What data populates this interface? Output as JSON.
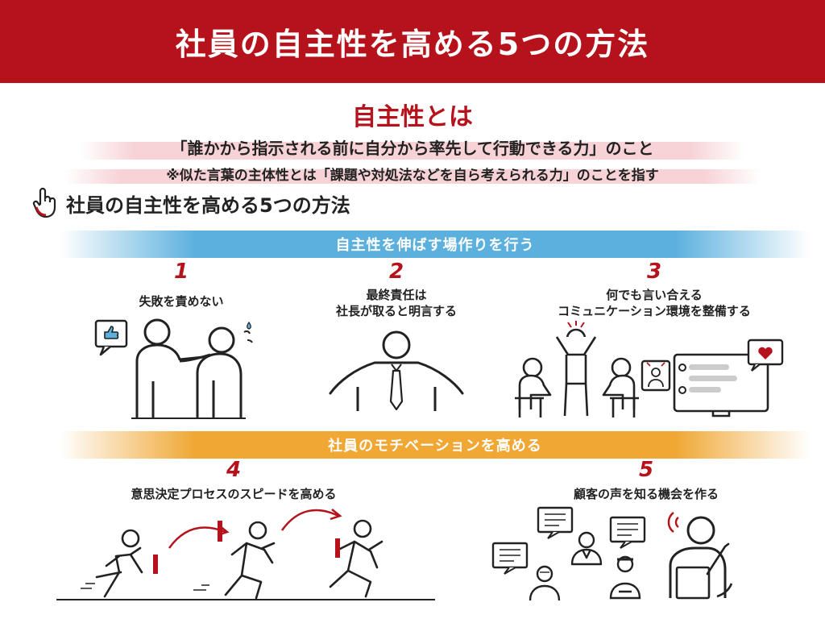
{
  "banner": {
    "title": "社員の自主性を高める5つの方法"
  },
  "definition": {
    "title": "自主性とは",
    "line1": "「誰かから指示される前に自分から率先して行動できる力」のこと",
    "line2": "※似た言葉の主体性とは「課題や対処法などを自ら考えられる力」のことを指す"
  },
  "section": {
    "title": "社員の自主性を高める5つの方法",
    "icon": "pointing-hand-icon"
  },
  "groups": [
    {
      "label": "自主性を伸ばす場作りを行う",
      "color": "#5cb0de"
    },
    {
      "label": "社員のモチベーションを高める",
      "color": "#f0a734"
    }
  ],
  "methods": [
    {
      "num": "1",
      "lines": [
        "失敗を責めない",
        ""
      ]
    },
    {
      "num": "2",
      "lines": [
        "最終責任は",
        "社長が取ると明言する"
      ]
    },
    {
      "num": "3",
      "lines": [
        "何でも言い合える",
        "コミュニケーション環境を整備する"
      ]
    },
    {
      "num": "4",
      "lines": [
        "意思決定プロセスのスピードを高める",
        ""
      ]
    },
    {
      "num": "5",
      "lines": [
        "顧客の声を知る機会を作る",
        ""
      ]
    }
  ],
  "colors": {
    "accent": "#b5121b",
    "blue": "#5cb0de",
    "orange": "#f0a734"
  }
}
